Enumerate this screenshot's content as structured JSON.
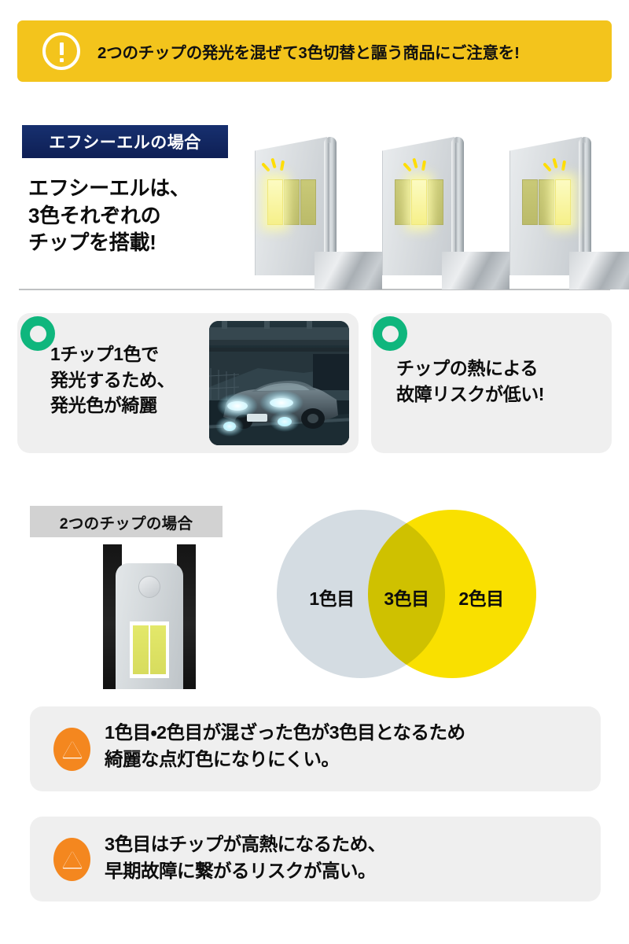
{
  "banner": {
    "icon": "exclamation-circle-icon",
    "text": "2つのチップの発光を混ぜて3色切替と謳う商品にご注意を!",
    "bg_color": "#F3C41C",
    "text_color": "#111111"
  },
  "section_fcl": {
    "tag_label": "エフシーエルの場合",
    "tag_bg_color": "#12266B",
    "heading_line1": "エフシーエルは、",
    "heading_line2": "3色それぞれの",
    "heading_line3": "チップを搭載!",
    "boards": [
      {
        "name": "led-board-1",
        "lit_chip_index": 0
      },
      {
        "name": "led-board-2",
        "lit_chip_index": 1
      },
      {
        "name": "led-board-3",
        "lit_chip_index": 2
      }
    ],
    "chip_lit_color": "#F8F28C",
    "chip_unlit_color": "#C2C272"
  },
  "features": [
    {
      "icon": "green-circle-icon",
      "icon_color": "#0FB67D",
      "line1": "1チップ1色で",
      "line2": "発光するため、",
      "line3": "発光色が綺麗",
      "has_photo": true,
      "photo_caption": "夜間のトンネルでヘッドライトを点灯したセダンの写真"
    },
    {
      "icon": "green-circle-icon",
      "icon_color": "#0FB67D",
      "line1": "チップの熱による",
      "line2": "故障リスクが低い!",
      "line3": "",
      "has_photo": false
    }
  ],
  "section_two_chip": {
    "tag_label": "2つのチップの場合",
    "tag_bg_color": "#D2D2D2",
    "bulb_name": "led-bulb-two-chip"
  },
  "chart_data": {
    "type": "venn",
    "title": "2つのチップの発光混色",
    "sets": [
      {
        "label": "1色目",
        "color": "#D4DCE2",
        "position": "left"
      },
      {
        "label": "2色目",
        "color": "#F9E000",
        "position": "right"
      }
    ],
    "intersection": {
      "label": "3色目",
      "color": "#D7CE1A"
    },
    "legend": "none",
    "grid": false
  },
  "warnings": [
    {
      "icon": "warning-triangle-icon",
      "icon_color": "#F4871F",
      "line1": "1色目・2色目が混ざった色が3色目となるため",
      "line2": "綺麗な点灯色になりにくい。"
    },
    {
      "icon": "warning-triangle-icon",
      "icon_color": "#F4871F",
      "line1": "3色目はチップが高熱になるため、",
      "line2": "早期故障に繋がるリスクが高い。"
    }
  ]
}
